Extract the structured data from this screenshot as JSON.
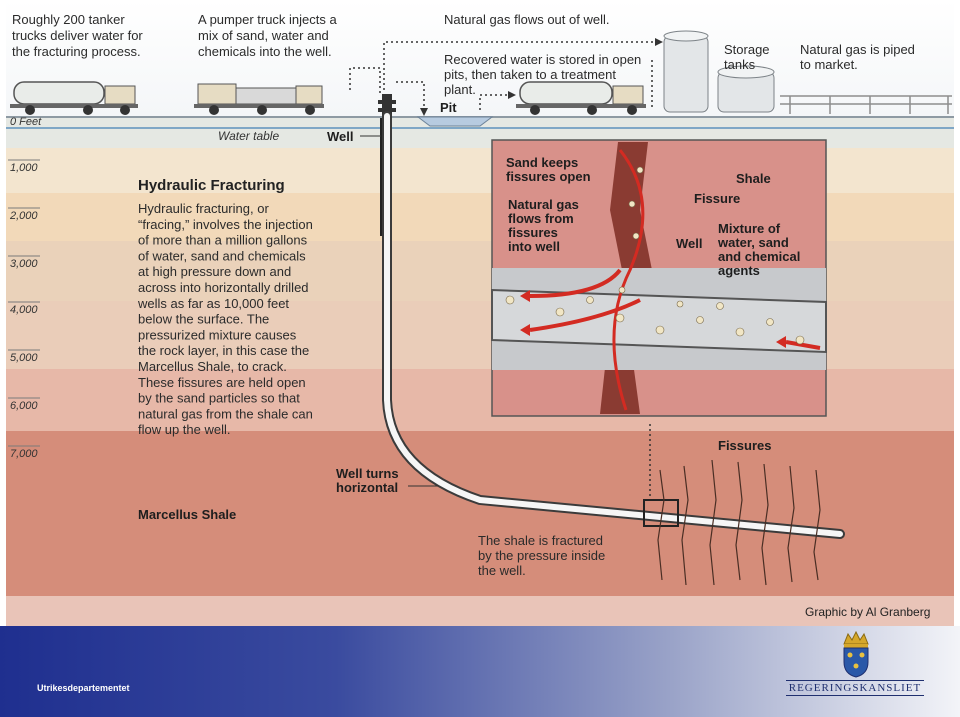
{
  "top_labels": {
    "tanker_trucks": [
      "Roughly 200 tanker",
      "trucks deliver water for",
      "the fracturing process."
    ],
    "pumper_truck": [
      "A pumper truck injects a",
      "mix of sand, water and",
      "chemicals into the well."
    ],
    "gas_flows": "Natural gas flows out of well.",
    "recovered_water": [
      "Recovered water is stored in open",
      "pits, then taken to a treatment",
      "plant."
    ],
    "storage_tanks": [
      "Storage",
      "tanks"
    ],
    "piped_to_market": [
      "Natural gas is piped",
      "to market."
    ],
    "pit": "Pit",
    "zero_feet": "0 Feet",
    "water_table": "Water table",
    "well": "Well"
  },
  "depth_labels": [
    "1,000",
    "2,000",
    "3,000",
    "4,000",
    "5,000",
    "6,000",
    "7,000"
  ],
  "main_text": {
    "title": "Hydraulic Fracturing",
    "body": [
      "Hydraulic fracturing, or",
      "“fracing,” involves the injection",
      "of more than a million gallons",
      "of water, sand and chemicals",
      "at high pressure down and",
      "across into horizontally drilled",
      "wells as far as 10,000 feet",
      "below the surface. The",
      "pressurized mixture causes",
      "the rock layer, in this case the",
      "Marcellus Shale, to crack.",
      "These fissures are held open",
      "by the sand particles so that",
      "natural gas from the shale can",
      "flow up the well."
    ],
    "marcellus": "Marcellus Shale",
    "well_turns": [
      "Well turns",
      "horizontal"
    ],
    "shale_fractured": [
      "The shale is fractured",
      "by the pressure inside",
      "the well."
    ],
    "fissures": "Fissures"
  },
  "inset": {
    "sand_keeps": [
      "Sand keeps",
      "fissures open"
    ],
    "shale": "Shale",
    "fissure": "Fissure",
    "natural_gas": [
      "Natural gas",
      "flows from",
      "fissures",
      "into well"
    ],
    "well": "Well",
    "mixture": [
      "Mixture of",
      "water, sand",
      "and chemical",
      "agents"
    ]
  },
  "credit": "Graphic by Al Granberg",
  "footer": {
    "department": "Utrikesdepartementet",
    "logo": "REGERINGSKANSLIET"
  }
}
